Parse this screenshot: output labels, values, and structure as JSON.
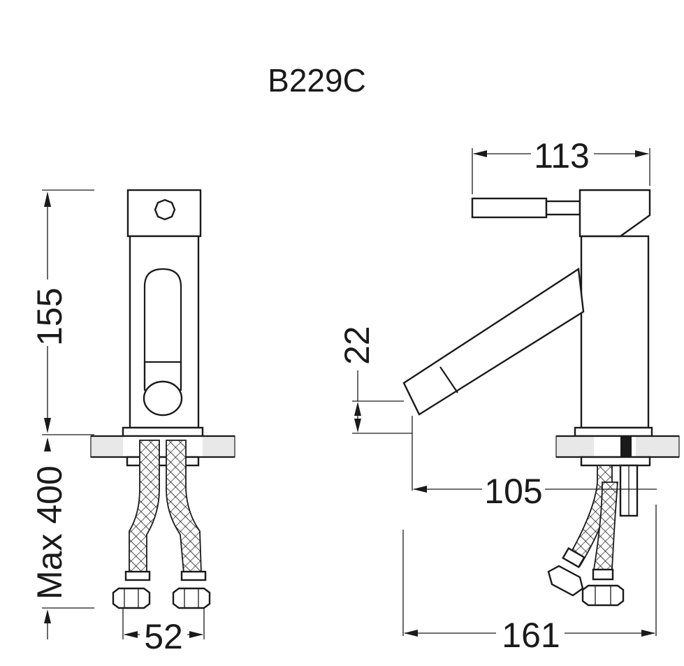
{
  "title": "B229C",
  "dimensions": {
    "front_height": "155",
    "front_hose_length": "Max 400",
    "front_width": "52",
    "side_lever_reach": "113",
    "side_spout_height": "22",
    "side_spout_reach": "105",
    "side_total_depth": "161"
  },
  "colors": {
    "line": "#1a1a1a",
    "background": "#ffffff"
  }
}
